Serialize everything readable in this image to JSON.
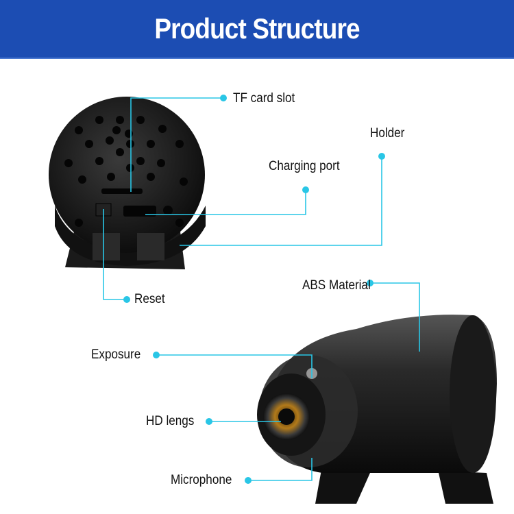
{
  "header": {
    "title": "Product Structure"
  },
  "colors": {
    "header_bg": "#1c4db3",
    "callout": "#29c6e6"
  },
  "callouts": {
    "tf_card_slot": "TF card slot",
    "holder": "Holder",
    "charging_port": "Charging port",
    "reset": "Reset",
    "abs_material": "ABS Material",
    "exposure": "Exposure",
    "hd_lens": "HD lengs",
    "microphone": "Microphone"
  }
}
